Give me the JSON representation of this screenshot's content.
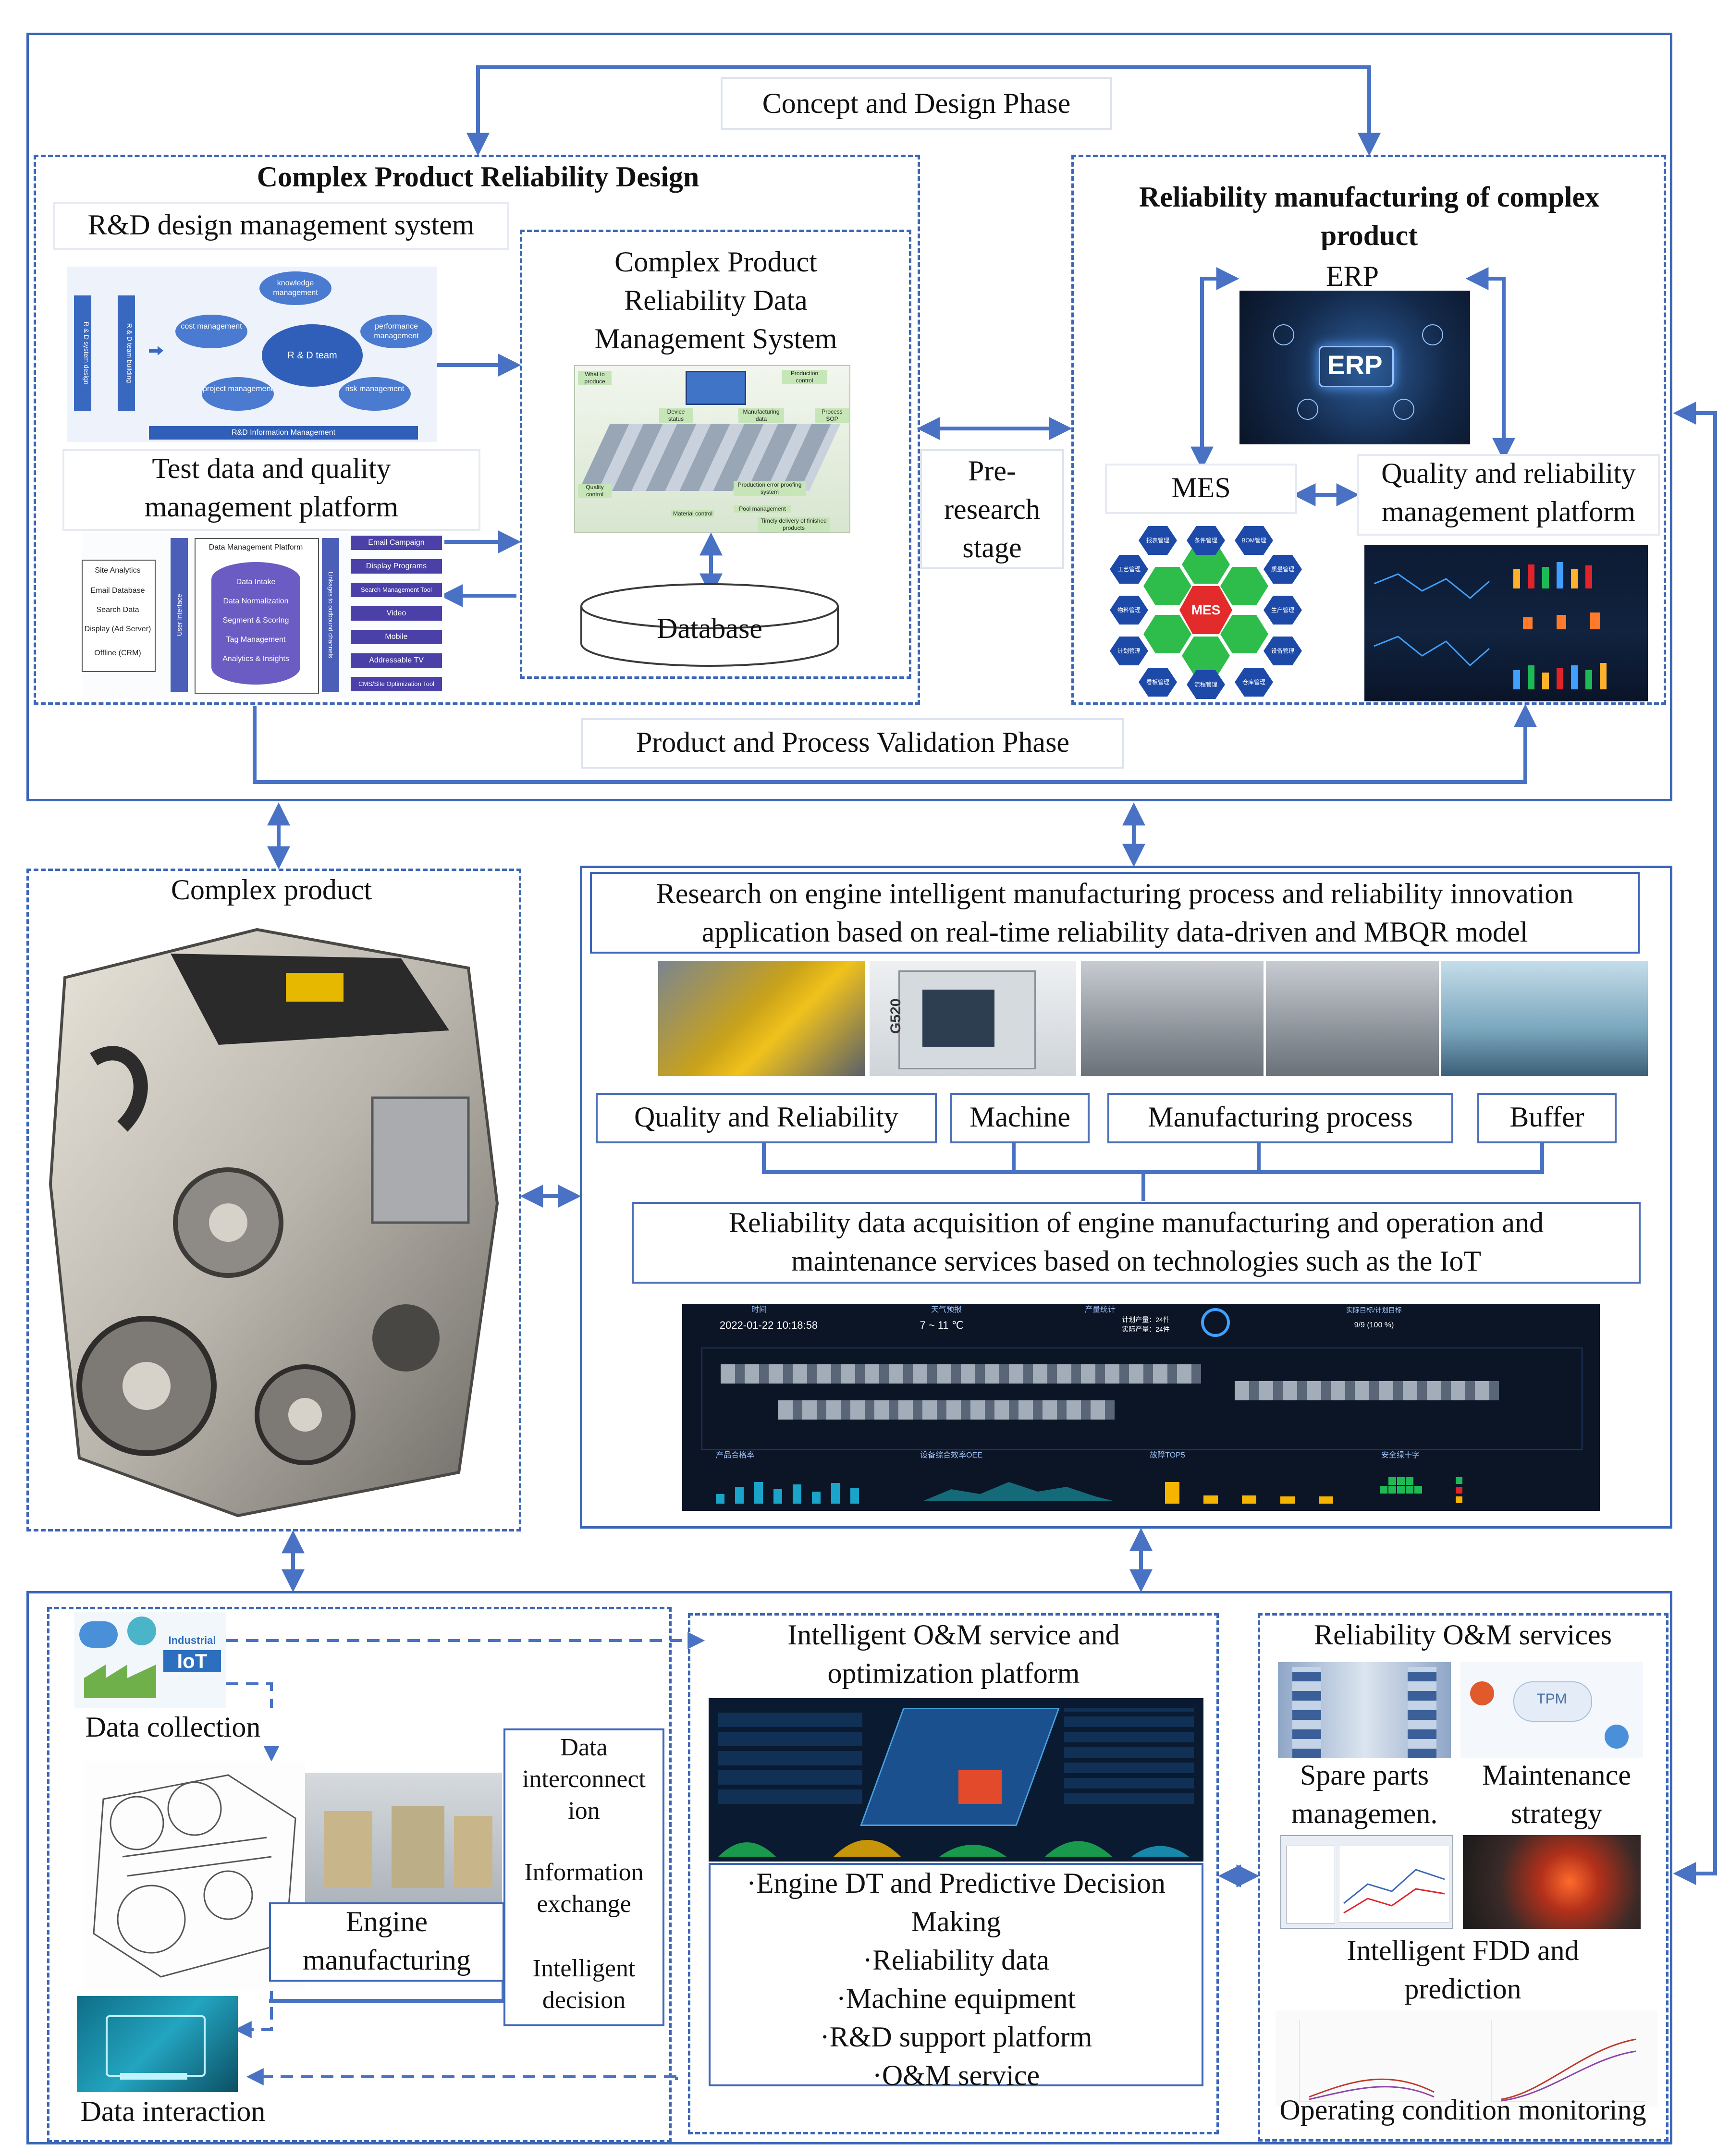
{
  "phases": {
    "concept": "Concept and Design Phase",
    "validation": "Product and Process Validation Phase",
    "pre_research": "Pre-\nresearch\nstage"
  },
  "design": {
    "title": "Complex Product Reliability Design",
    "rd_system": "R&D design management system",
    "rd_diagram": {
      "left_bar_1": "R & D system design",
      "left_bar_2": "R & D team building",
      "center": "R & D team",
      "nodes": [
        "knowledge management",
        "cost management",
        "performance management",
        "project management",
        "risk management"
      ],
      "footer": "R&D Information Management"
    },
    "test_platform": "Test data and quality\nmanagement platform",
    "dmp_diagram": {
      "left_items": [
        "Site Analytics",
        "Email Database",
        "Search Data",
        "Display (Ad Server)",
        "Offline (CRM)"
      ],
      "user_interface": "User Interface",
      "center_title": "Data Management Platform",
      "center_items": [
        "Data Intake",
        "Data Normalization",
        "Segment & Scoring",
        "Tag Management",
        "Analytics & Insights"
      ],
      "linkages": "Linkages to outbound channels",
      "right_items": [
        "Email Campaign",
        "Display Programs",
        "Search Management Tool",
        "Video",
        "Mobile",
        "Addressable TV",
        "CMS/Site Optimization Tool"
      ]
    },
    "data_system": "Complex Product\nReliability Data\nManagement System",
    "factory_labels": [
      "What to produce",
      "Production control",
      "Device status",
      "Manufacturing data",
      "Process SOP",
      "Quality control",
      "Production error proofing system",
      "Pool management",
      "Material control",
      "Timely delivery of finished products"
    ],
    "database": "Database"
  },
  "manufacturing": {
    "title": "Reliability manufacturing of complex\nproduct",
    "erp": "ERP",
    "erp_badge": "ERP",
    "mes": "MES",
    "mes_badge": "MES",
    "mes_cells": [
      "报表管理",
      "条件管理",
      "BOM管理",
      "质量管理",
      "生产管理",
      "设备管理",
      "仓库管理",
      "流程管理",
      "看板管理",
      "计划管理",
      "物料管理",
      "工艺管理"
    ],
    "quality_platform": "Quality and reliability\nmanagement platform"
  },
  "product": {
    "title": "Complex product"
  },
  "research": {
    "title": "Research on engine intelligent manufacturing process and reliability innovation\napplication based on real-time reliability data-driven and MBQR model",
    "labels": [
      "Quality and Reliability",
      "Machine",
      "Manufacturing process",
      "Buffer"
    ],
    "machine_badge": "G520",
    "acquisition": "Reliability data acquisition of engine manufacturing and operation and\nmaintenance services based on technologies such as the IoT",
    "dashboard": {
      "time_label": "时间",
      "time": "2022-01-22 10:18:58",
      "weather_label": "天气预报",
      "weather": "7 ~ 11 ℃",
      "output_label": "产量统计",
      "plan": "计划产量：24件",
      "actual": "实际产量：24件",
      "ratio_label": "实际目标/计划目标",
      "ratio": "9/9 (100 %)",
      "panels": [
        "产品合格率",
        "设备综合效率OEE",
        "故障TOP5",
        "安全绿十字"
      ]
    }
  },
  "om": {
    "data_collection": "Data collection",
    "iiot_line1": "Industrial",
    "iiot_line2": "IoT",
    "engine_manufacturing": "Engine\nmanufacturing",
    "data_interaction": "Data interaction",
    "interconnect": "Data\ninterconnect\nion",
    "info_exchange": "Information\nexchange",
    "intelligent_decision": "Intelligent\ndecision",
    "platform_title": "Intelligent O&M service and\noptimization platform",
    "platform_items": "·Engine DT and Predictive Decision\nMaking\n·Reliability data\n·Machine equipment\n·R&D support platform\n·O&M service"
  },
  "services": {
    "title": "Reliability O&M services",
    "spare_parts": "Spare parts\nmanagemen.",
    "maintenance": "Maintenance\nstrategy",
    "tpm": "TPM",
    "fdd": "Intelligent FDD and\nprediction",
    "monitoring": "Operating condition monitoring"
  },
  "colors": {
    "frame": "#3b66b8",
    "arrow": "#4a72c4",
    "box_fill": "#ffffff",
    "dark_panel": "#0d1a33",
    "chart_green": "#1db954",
    "chart_red": "#e0242a"
  }
}
